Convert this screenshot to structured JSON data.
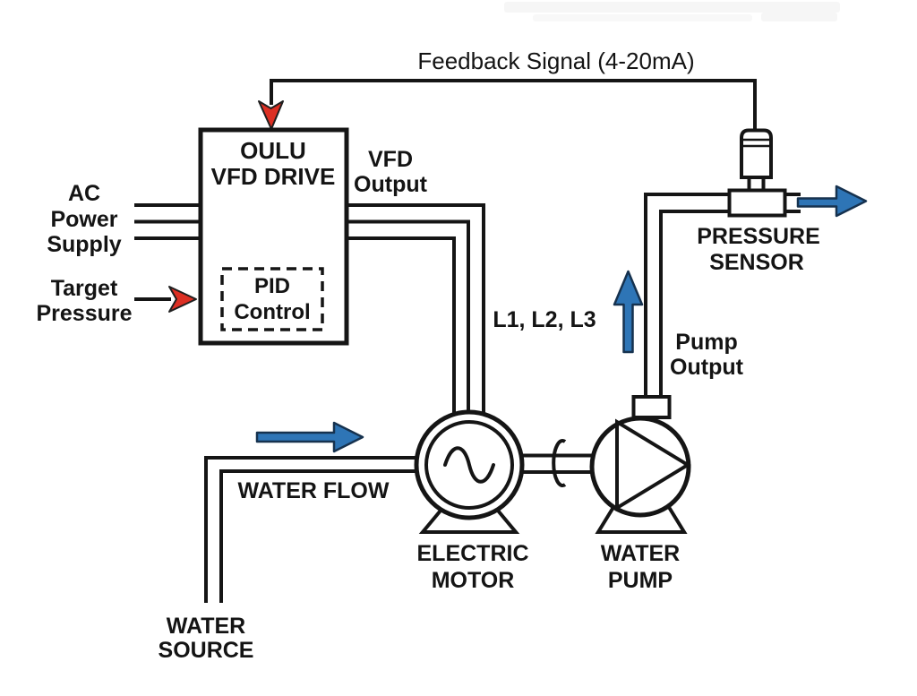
{
  "colors": {
    "arrow_blue": "#2e75b6",
    "arrow_red": "#dc2f23",
    "line": "#151515",
    "background": "#ffffff"
  },
  "labels": {
    "feedback": "Feedback Signal (4-20mA)",
    "vfd_box": [
      "OULU",
      "VFD DRIVE"
    ],
    "pid_box": [
      "PID",
      "Control"
    ],
    "ac_supply": [
      "AC",
      "Power",
      "Supply"
    ],
    "target_pressure": [
      "Target",
      "Pressure"
    ],
    "vfd_output": [
      "VFD",
      "Output"
    ],
    "phases": "L1, L2, L3",
    "water_flow": "WATER FLOW",
    "water_source": [
      "WATER",
      "SOURCE"
    ],
    "electric_motor": [
      "ELECTRIC",
      "MOTOR"
    ],
    "water_pump": [
      "WATER",
      "PUMP"
    ],
    "pump_output": [
      "Pump",
      "Output"
    ],
    "pressure_sensor": [
      "PRESSURE",
      "SENSOR"
    ]
  }
}
